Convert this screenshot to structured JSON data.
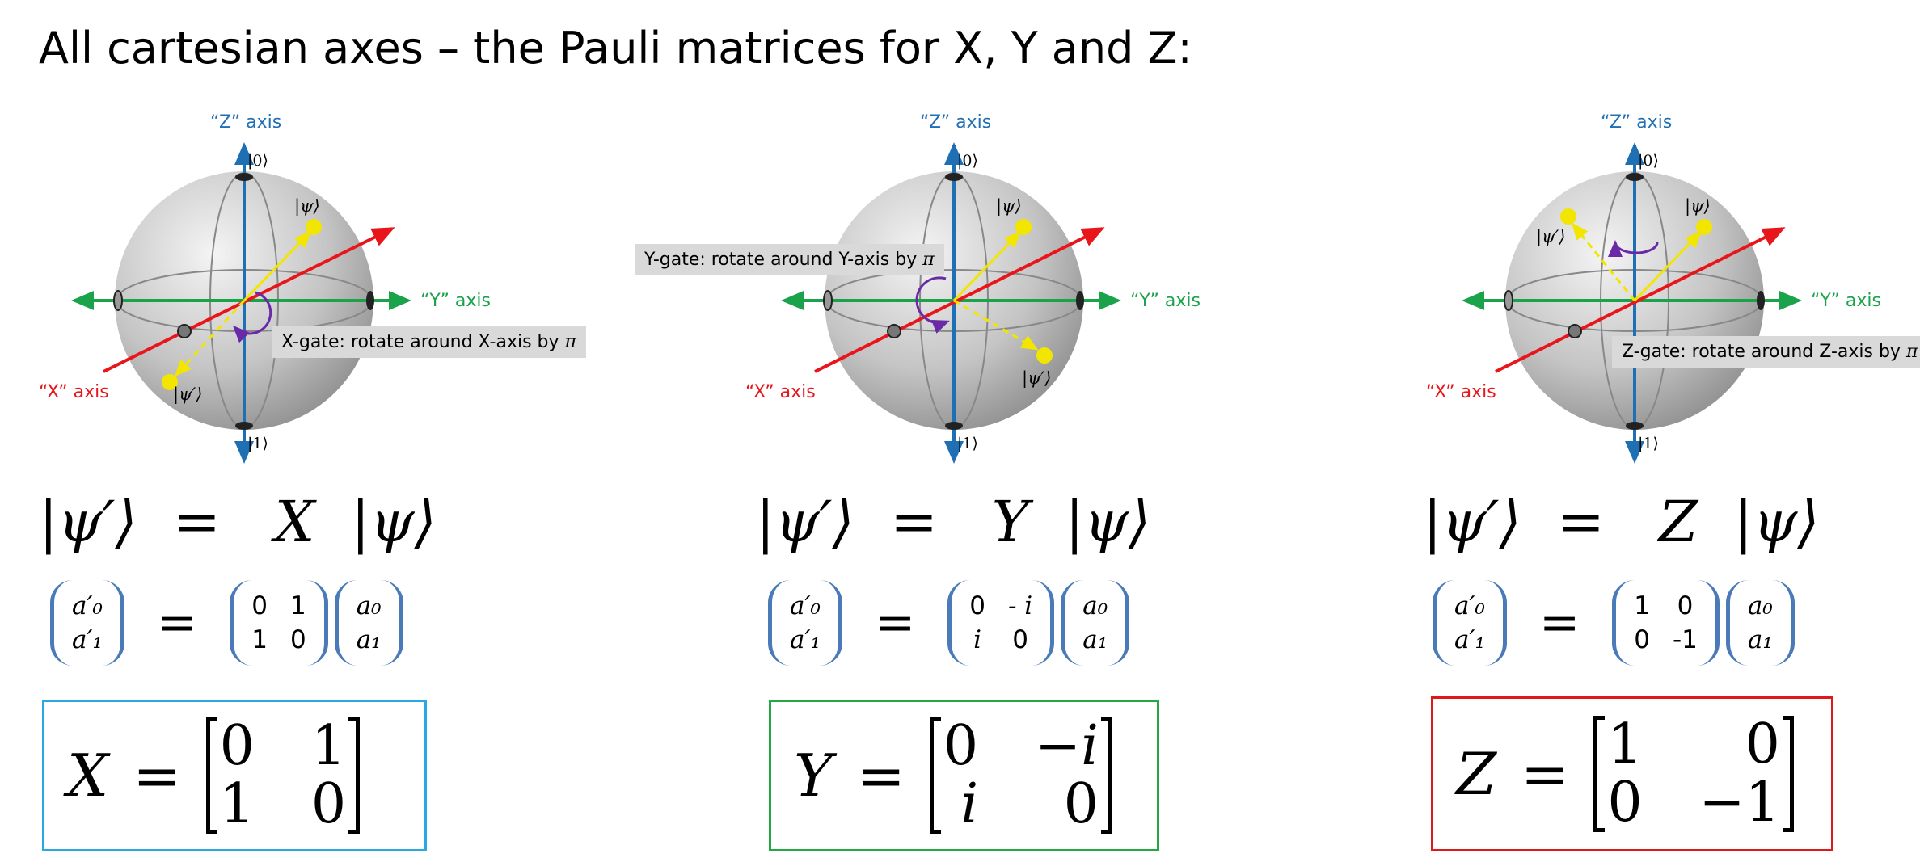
{
  "title": "All cartesian axes – the Pauli matrices for X, Y and Z:",
  "colors": {
    "x_axis": "#e8151b",
    "y_axis": "#1aa34a",
    "z_axis": "#1f6fb5",
    "state": "#f2e600",
    "rotation": "#6a2aa8",
    "x_box": "#2aa8e0",
    "y_box": "#22a845",
    "z_box": "#e01818"
  },
  "spheres": [
    {
      "z_label": "“Z” axis",
      "y_label": "“Y” axis",
      "x_label": "“X” axis",
      "ket0": "|0⟩",
      "ket1": "|1⟩",
      "psi": "|ψ⟩",
      "psi_prime": "|ψ′⟩",
      "gate_text": "X-gate: rotate around X-axis by ",
      "gate_pi": "π"
    },
    {
      "z_label": "“Z” axis",
      "y_label": "“Y” axis",
      "x_label": "“X” axis",
      "ket0": "|0⟩",
      "ket1": "|1⟩",
      "psi": "|ψ⟩",
      "psi_prime": "|ψ′⟩",
      "gate_text": "Y-gate: rotate around Y-axis by ",
      "gate_pi": "π"
    },
    {
      "z_label": "“Z” axis",
      "y_label": "“Y” axis",
      "x_label": "“X” axis",
      "ket0": "|0⟩",
      "ket1": "|1⟩",
      "psi": "|ψ⟩",
      "psi_prime": "|ψ′⟩",
      "gate_text": "Z-gate: rotate around Z-axis by ",
      "gate_pi": "π"
    }
  ],
  "equations": [
    {
      "lhs": "|ψ′⟩",
      "op": "=",
      "gate": "X",
      "rhs": "|ψ⟩"
    },
    {
      "lhs": "|ψ′⟩",
      "op": "=",
      "gate": "Y",
      "rhs": "|ψ⟩"
    },
    {
      "lhs": "|ψ′⟩",
      "op": "=",
      "gate": "Z",
      "rhs": "|ψ⟩"
    }
  ],
  "matrix_eqs": [
    {
      "vec_out": [
        "a′₀",
        "a′₁"
      ],
      "eq": "=",
      "m": [
        "0",
        "1",
        "1",
        "0"
      ],
      "vec_in": [
        "a₀",
        "a₁"
      ]
    },
    {
      "vec_out": [
        "a′₀",
        "a′₁"
      ],
      "eq": "=",
      "m": [
        "0",
        "- i",
        "i",
        "0"
      ],
      "vec_in": [
        "a₀",
        "a₁"
      ]
    },
    {
      "vec_out": [
        "a′₀",
        "a′₁"
      ],
      "eq": "=",
      "m": [
        "1",
        "0",
        "0",
        "-1"
      ],
      "vec_in": [
        "a₀",
        "a₁"
      ]
    }
  ],
  "pauli": [
    {
      "name": "X",
      "eq": "=",
      "m": [
        "0",
        "1",
        "1",
        "0"
      ]
    },
    {
      "name": "Y",
      "eq": "=",
      "m": [
        "0",
        "−i",
        "i",
        "0"
      ]
    },
    {
      "name": "Z",
      "eq": "=",
      "m": [
        "1",
        "0",
        "0",
        "−1"
      ]
    }
  ]
}
